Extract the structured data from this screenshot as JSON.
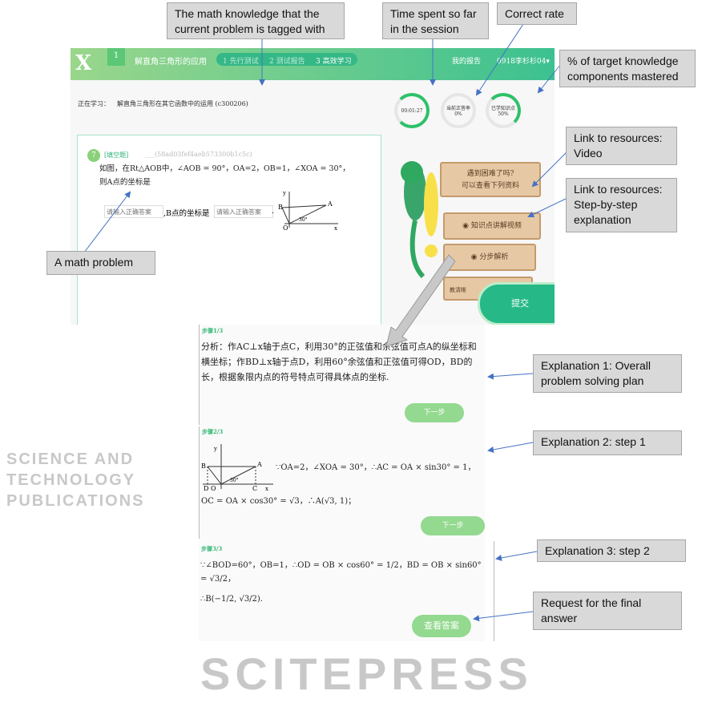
{
  "callouts": {
    "knowledge_tag": "The math knowledge that the current problem is tagged with",
    "time_spent": "Time spent so far in the session",
    "correct_rate": "Correct rate",
    "mastered": "% of target knowledge components mastered",
    "video": "Link to resources: Video",
    "step_by_step": "Link to resources: Step-by-step explanation",
    "math_problem": "A math problem",
    "expl1": "Explanation 1: Overall problem solving plan",
    "expl2": "Explanation 2: step 1",
    "expl3": "Explanation 3: step 2",
    "final_answer": "Request for the final answer"
  },
  "app": {
    "step_badge": "1",
    "course_title": "解直角三角形的应用",
    "tabs": [
      "1  先行测试",
      "2  测试报告",
      "3  高效学习"
    ],
    "my_report": "我的报告",
    "user": "0918李杉杉04▾",
    "learning_label": "正在学习：",
    "learning_topic": "解直角三角形在其它函数中的运用 (c300206)",
    "timer": "00:01:27",
    "correct_label": "当前正答率",
    "correct_value": "0%",
    "mastered_label": "已学知识点",
    "mastered_value": "50%",
    "mastered_fraction": 0.5
  },
  "problem": {
    "number": "7",
    "type": "[填空题]",
    "id": "___(58ad03fef4aeb573300b1c5c)",
    "text1": "如图，在Rt△AOB中，∠AOB = 90°，OA=2，OB=1，∠XOA = 30°，",
    "text2": "则A点的坐标是",
    "placeholder": "请输入正确答案",
    "mid_text": ",B点的坐标是",
    "end": "."
  },
  "help": {
    "prompt1": "遇到困难了吗?",
    "prompt2": "可以查看下列资料",
    "video": "知识点讲解视频",
    "steps": "分步解析",
    "teacher": "教清晰",
    "submit": "提交"
  },
  "steps": [
    {
      "label": "步骤1/3",
      "text": "分析：作AC⊥x轴于点C，利用30°的正弦值和余弦值可点A的纵坐标和横坐标；作BD⊥x轴于点D，利用60°余弦值和正弦值可得OD，BD的长，根据象限内点的符号特点可得具体点的坐标.",
      "button": "下一步"
    },
    {
      "label": "步骤2/3",
      "text": "∵OA=2，∠XOA = 30°，∴AC = OA × sin30° = 1，",
      "text2": "OC = OA × cos30° = √3，∴A(√3, 1)；",
      "button": "下一步"
    },
    {
      "label": "步骤3/3",
      "text": "∵∠BOD=60°，OB=1，∴OD = OB × cos60° = 1/2，BD = OB × sin60° = √3/2，",
      "text2": "∴B(−1/2, √3/2).",
      "button": "查看答案"
    }
  ],
  "watermark": {
    "main": "SCITEPRESS",
    "sub": "SCIENCE AND TECHNOLOGY PUBLICATIONS"
  }
}
